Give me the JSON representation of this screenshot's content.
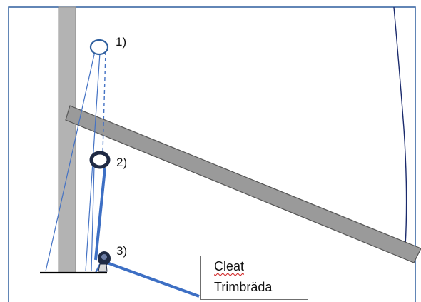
{
  "markers": [
    {
      "id": "1",
      "label": "1)"
    },
    {
      "id": "2",
      "label": "2)"
    },
    {
      "id": "3",
      "label": "3)"
    }
  ],
  "callout": {
    "line1": "Cleat",
    "line2": "Trimbräda"
  },
  "colors": {
    "frame": "#2f5f9e",
    "mast": "#b3b3b3",
    "mast_edge": "#8c8c8c",
    "board": "#9a9a9a",
    "board_edge": "#555555",
    "rope": "#3d6fc4",
    "rope_thin": "#4472c4",
    "block": "#1f2a44",
    "sail_edge": "#1a2a6c",
    "deck": "#000000"
  }
}
